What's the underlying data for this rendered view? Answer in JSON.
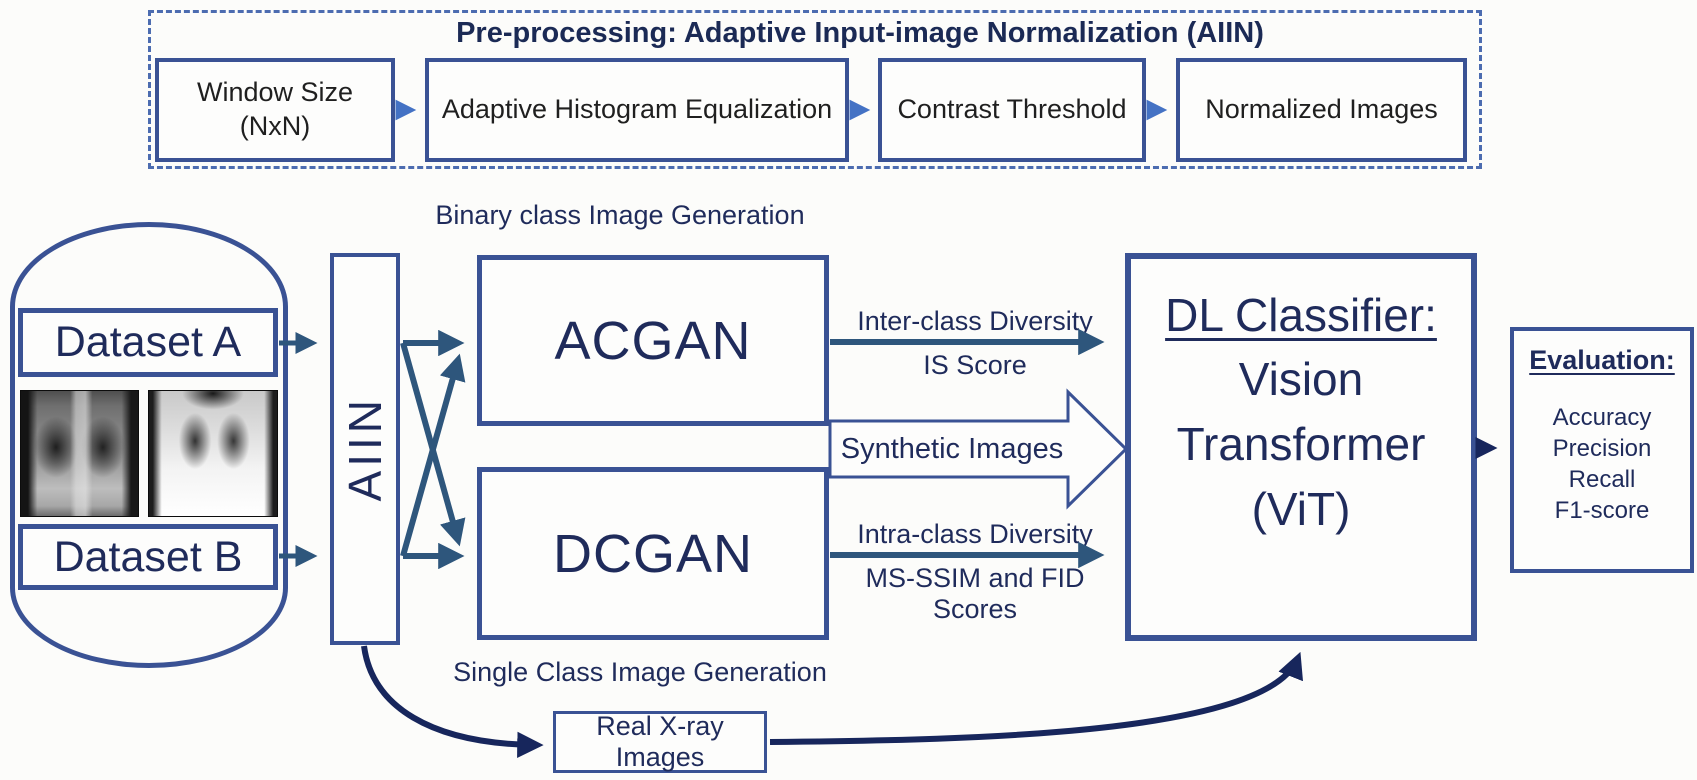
{
  "preprocessing": {
    "title": "Pre-processing: Adaptive Input-image Normalization (AIIN)",
    "steps": [
      {
        "label": "Window Size\n(NxN)"
      },
      {
        "label": "Adaptive Histogram Equalization"
      },
      {
        "label": "Contrast Threshold"
      },
      {
        "label": "Normalized Images"
      }
    ]
  },
  "data_source": {
    "dataset_a": "Dataset A",
    "dataset_b": "Dataset B",
    "xray_a": "chest-xray-sample-dark",
    "xray_b": "chest-xray-sample-light"
  },
  "aiin_label": "AIIN",
  "generation": {
    "acgan_caption": "Binary class Image Generation",
    "acgan": "ACGAN",
    "dcgan": "DCGAN",
    "dcgan_caption": "Single Class Image Generation"
  },
  "flows": {
    "inter_class": "Inter-class Diversity",
    "is_score": "IS Score",
    "synthetic": "Synthetic Images",
    "intra_class": "Intra-class Diversity",
    "ms_ssim": "MS-SSIM and FID Scores",
    "real_xray": "Real X-ray Images"
  },
  "classifier": {
    "heading": "DL Classifier:",
    "body": "Vision\nTransformer\n(ViT)"
  },
  "evaluation": {
    "heading": "Evaluation:",
    "metrics": "Accuracy\nPrecision\nRecall\nF1-score"
  },
  "colors": {
    "box_border": "#3a5294",
    "text_navy": "#1f2b5b",
    "arrow_blue": "#4472c4",
    "arrow_steel": "#2e567c",
    "arrow_navy": "#17265c"
  }
}
